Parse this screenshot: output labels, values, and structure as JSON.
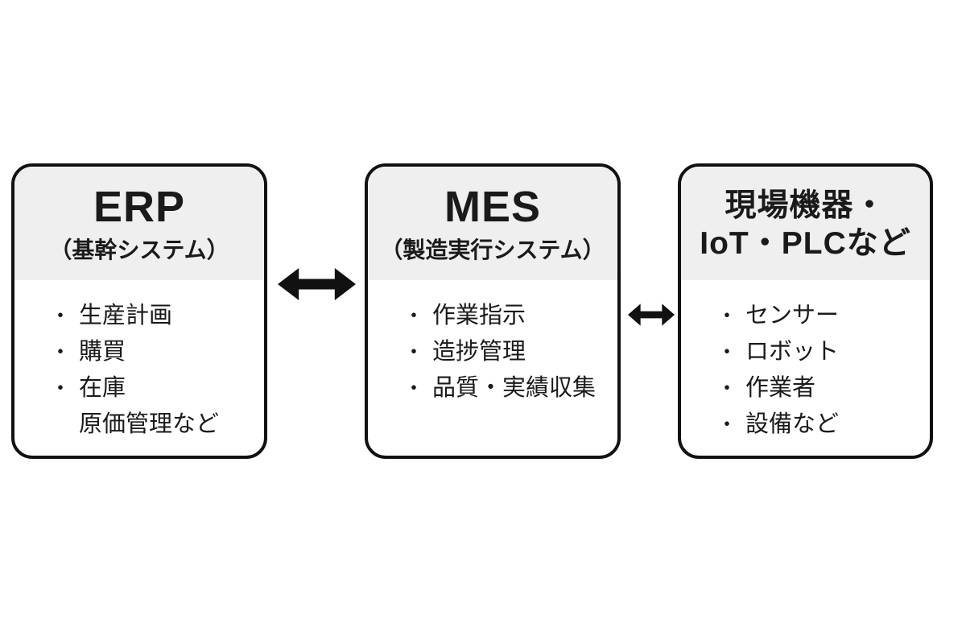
{
  "diagram": {
    "title": "ERP - MES - field equipment integration diagram",
    "colors": {
      "background": "#ffffff",
      "box_border": "#111111",
      "header_bg": "#efefef",
      "text": "#1a1a1a",
      "arrow": "#111111"
    },
    "boxes": [
      {
        "id": "erp",
        "title": "ERP",
        "subtitle": "（基幹システム）",
        "items": [
          {
            "bullet": "・",
            "text": "生産計画"
          },
          {
            "bullet": "・",
            "text": "購買"
          },
          {
            "bullet": "・",
            "text": "在庫"
          },
          {
            "bullet": "",
            "text": "原価管理など"
          }
        ]
      },
      {
        "id": "mes",
        "title": "MES",
        "subtitle": "（製造実行システム）",
        "items": [
          {
            "bullet": "・",
            "text": "作業指示"
          },
          {
            "bullet": "・",
            "text": "造捗管理"
          },
          {
            "bullet": "・",
            "text": "品質・実績収集"
          }
        ]
      },
      {
        "id": "field-devices",
        "title_line1": "現場機器・",
        "title_line2": "IoT・PLCなど",
        "items": [
          {
            "bullet": "・",
            "text": "センサー"
          },
          {
            "bullet": "・",
            "text": "ロボット"
          },
          {
            "bullet": "・",
            "text": "作業者"
          },
          {
            "bullet": "・",
            "text": "設備など"
          }
        ]
      }
    ],
    "arrows": [
      {
        "id": "erp-mes",
        "type": "bidirectional"
      },
      {
        "id": "mes-field",
        "type": "bidirectional"
      }
    ]
  }
}
